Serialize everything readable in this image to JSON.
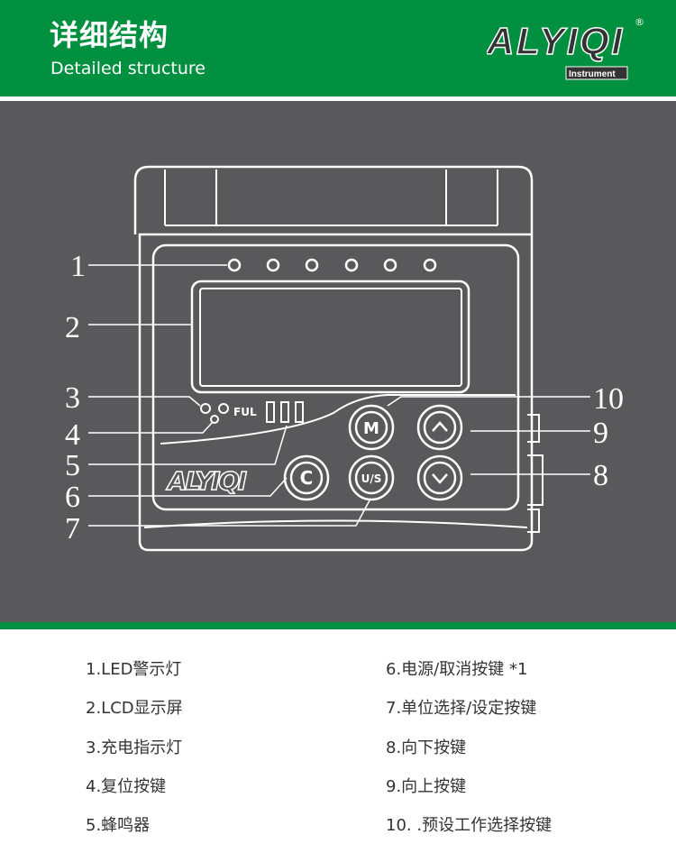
{
  "header": {
    "title_cn": "详细结构",
    "title_en": "Detailed structure",
    "logo_text": "ALYIQI",
    "logo_sub": "Instrument",
    "logo_mark": "®"
  },
  "device": {
    "callouts": [
      "1",
      "2",
      "3",
      "4",
      "5",
      "6",
      "7",
      "8",
      "9",
      "10"
    ],
    "charge_label": "FUL",
    "buttons": {
      "m": "M",
      "c": "C",
      "us": "U/S"
    },
    "brand": "ALYIQI"
  },
  "legend": {
    "left": [
      "1.LED警示灯",
      "2.LCD显示屏",
      "3.充电指示灯",
      "4.复位按键",
      "5.蜂鸣器"
    ],
    "right": [
      "6.电源/取消按键 *1",
      "7.单位选择/设定按键",
      "8.向下按键",
      "9.向上按键",
      "10. .预设工作选择按键"
    ]
  },
  "colors": {
    "green": "#00903f",
    "panel": "#59595b"
  }
}
